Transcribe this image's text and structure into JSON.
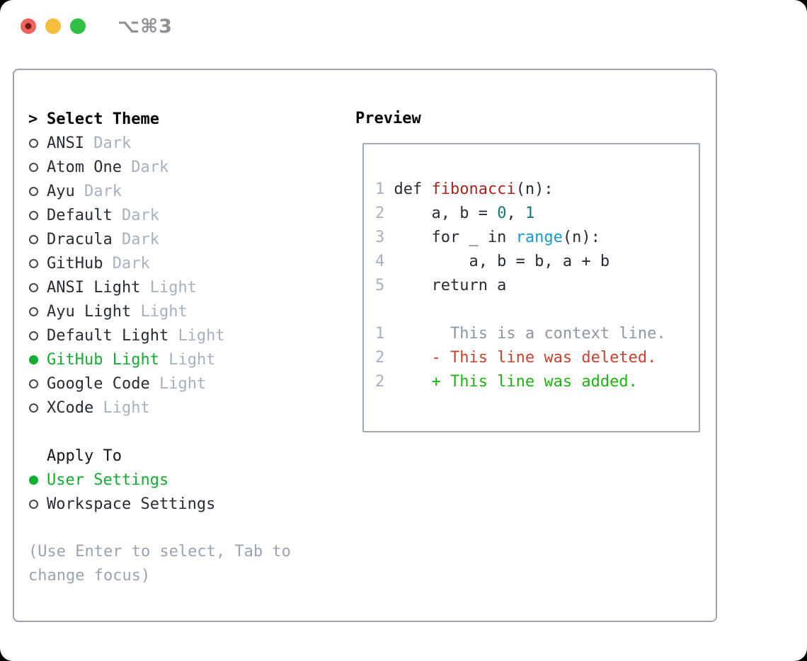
{
  "window": {
    "title": "⌥⌘3",
    "controls": [
      "close-button",
      "minimize-button",
      "zoom-button"
    ]
  },
  "theme_picker": {
    "cursor": ">",
    "title": "Select Theme",
    "items": [
      {
        "name": "ANSI",
        "variant": "Dark",
        "selected": false
      },
      {
        "name": "Atom One",
        "variant": "Dark",
        "selected": false
      },
      {
        "name": "Ayu",
        "variant": "Dark",
        "selected": false
      },
      {
        "name": "Default",
        "variant": "Dark",
        "selected": false
      },
      {
        "name": "Dracula",
        "variant": "Dark",
        "selected": false
      },
      {
        "name": "GitHub",
        "variant": "Dark",
        "selected": false
      },
      {
        "name": "ANSI Light",
        "variant": "Light",
        "selected": false
      },
      {
        "name": "Ayu Light",
        "variant": "Light",
        "selected": false
      },
      {
        "name": "Default Light",
        "variant": "Light",
        "selected": false
      },
      {
        "name": "GitHub Light",
        "variant": "Light",
        "selected": true
      },
      {
        "name": "Google Code",
        "variant": "Light",
        "selected": false
      },
      {
        "name": "XCode",
        "variant": "Light",
        "selected": false
      }
    ]
  },
  "apply_to": {
    "title": "Apply To",
    "options": [
      {
        "name": "User Settings",
        "selected": true
      },
      {
        "name": "Workspace Settings",
        "selected": false
      }
    ]
  },
  "hint_lines": [
    "(Use Enter to select, Tab to",
    "change focus)"
  ],
  "preview": {
    "title": "Preview",
    "lines": [
      {
        "no": "1",
        "tokens": [
          {
            "t": "def ",
            "c": "code"
          },
          {
            "t": "fibonacci",
            "c": "func"
          },
          {
            "t": "(n):",
            "c": "code"
          }
        ]
      },
      {
        "no": "2",
        "tokens": [
          {
            "t": "    a, b = ",
            "c": "code"
          },
          {
            "t": "0",
            "c": "num"
          },
          {
            "t": ", ",
            "c": "code"
          },
          {
            "t": "1",
            "c": "num"
          }
        ]
      },
      {
        "no": "3",
        "tokens": [
          {
            "t": "    for _ in ",
            "c": "code"
          },
          {
            "t": "range",
            "c": "builtin"
          },
          {
            "t": "(n):",
            "c": "code"
          }
        ]
      },
      {
        "no": "4",
        "tokens": [
          {
            "t": "        a, b = b, a + b",
            "c": "code"
          }
        ]
      },
      {
        "no": "5",
        "tokens": [
          {
            "t": "    return a",
            "c": "code"
          }
        ]
      },
      {
        "no": "",
        "tokens": []
      },
      {
        "no": "1",
        "tokens": [
          {
            "t": "      This is a context line.",
            "c": "ctx"
          }
        ]
      },
      {
        "no": "2",
        "tokens": [
          {
            "t": "    - This line was deleted.",
            "c": "del"
          }
        ]
      },
      {
        "no": "2",
        "tokens": [
          {
            "t": "    + This line was added.",
            "c": "add"
          }
        ]
      }
    ]
  },
  "colors": {
    "selection_green": "#12ad31",
    "added_green": "#1cb410",
    "deleted_red": "#c8432f",
    "function_red": "#a9251e",
    "builtin_blue": "#1798d3",
    "number_teal": "#0b7d74",
    "muted_gray": "#a7b1be",
    "panel_border": "#9aa3ae"
  }
}
